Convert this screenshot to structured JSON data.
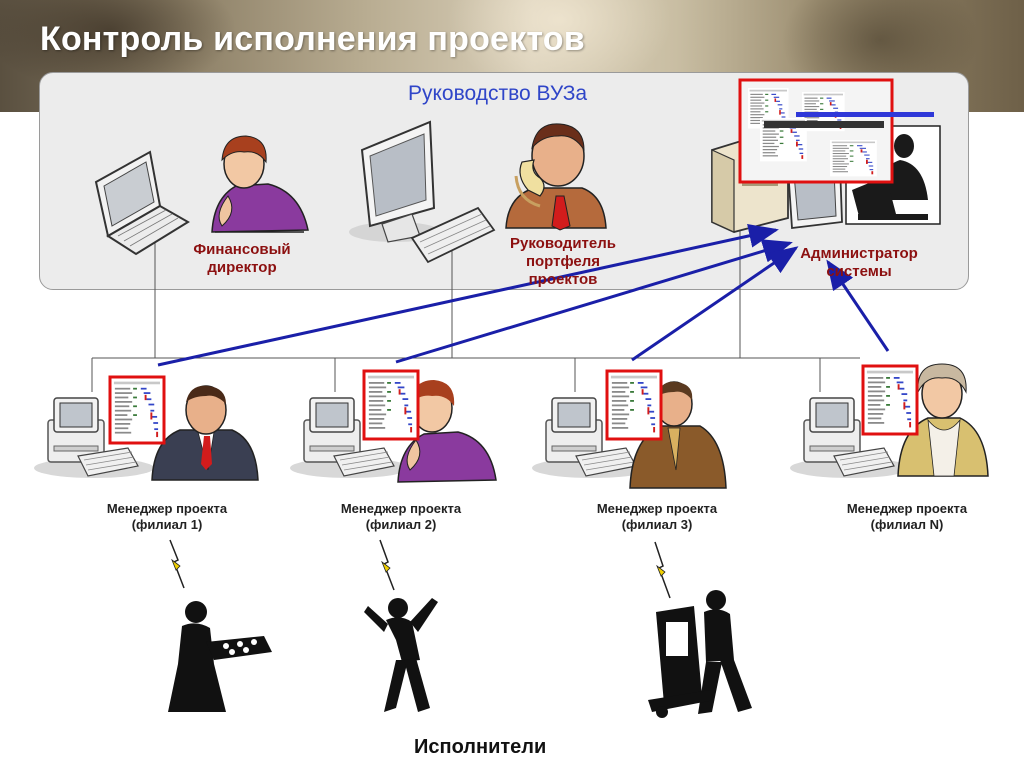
{
  "title": "Контроль исполнения проектов",
  "management": {
    "title": "Руководство ВУЗа",
    "roles": {
      "finance_director": "Финансовый\nдиректор",
      "portfolio_head": "Руководитель\nпортфеля\nпроектов",
      "system_admin": "Администратор\nсистемы"
    }
  },
  "managers": [
    "Менеджер проекта\n(филиал 1)",
    "Менеджер проекта\n(филиал 2)",
    "Менеджер проекта\n(филиал 3)",
    "Менеджер проекта\n(филиал N)"
  ],
  "executors_label": "Исполнители",
  "colors": {
    "arrow": "#1a1fa8",
    "highlight_frame": "#e01010",
    "role_text": "#8c1010",
    "mgmt_title": "#2f45c8"
  },
  "icons": [
    "laptop-icon",
    "woman-thinking-icon",
    "monitor-icon",
    "keyboard-icon",
    "man-on-phone-icon",
    "desktop-computer-icon",
    "woman-at-computer-icon",
    "gantt-chart-screen-icon",
    "lightning-bolt-icon",
    "waitress-icon",
    "running-man-icon",
    "delivery-man-icon"
  ]
}
